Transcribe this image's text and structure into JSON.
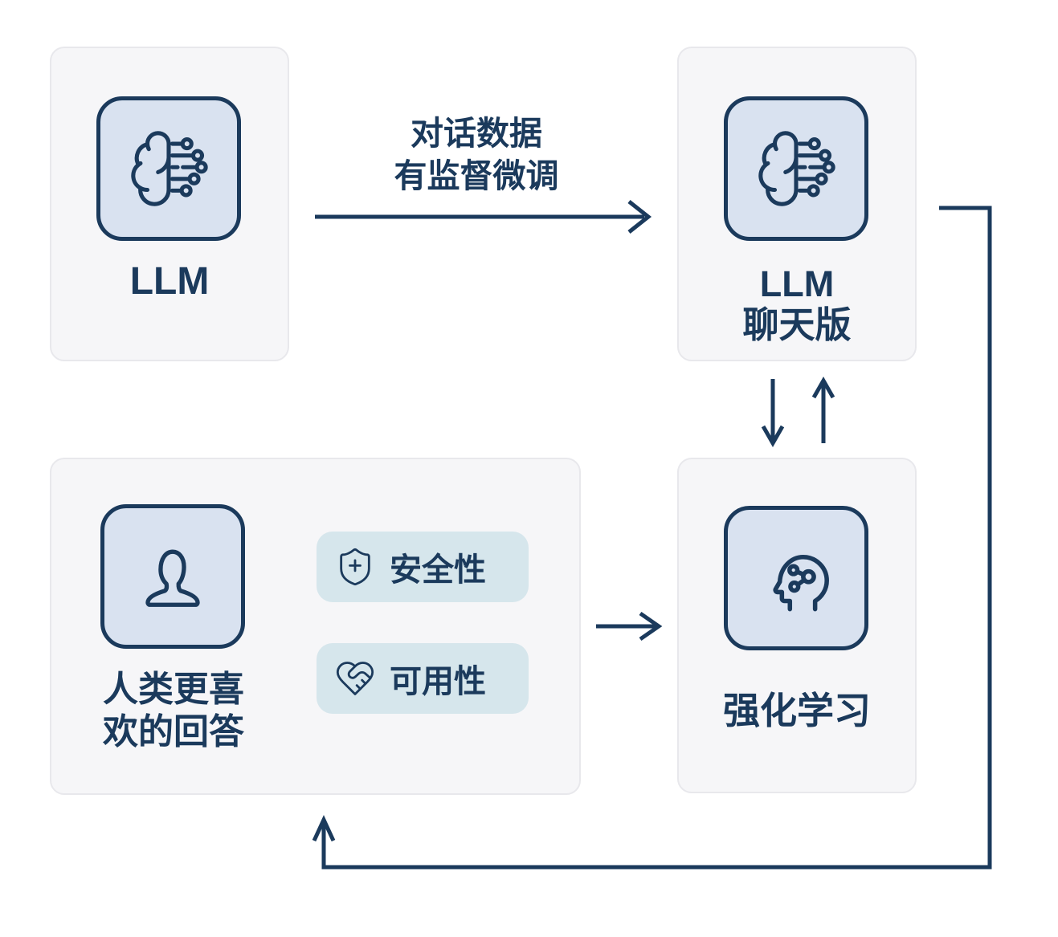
{
  "colors": {
    "navy": "#1b3a5c",
    "page_background": "#ffffff",
    "card_background": "#f6f6f8",
    "card_border": "#e8e8ec",
    "icon_tile_background": "#d9e2f0",
    "icon_tile_border": "#1b3a5c",
    "pill_background": "#d6e6ec"
  },
  "cards": {
    "llm": {
      "label": "LLM",
      "icon": "brain-circuit-icon"
    },
    "llm_chat": {
      "label_line1": "LLM",
      "label_line2": "聊天版",
      "icon": "brain-circuit-icon"
    },
    "human_preference": {
      "label_line1": "人类更喜",
      "label_line2": "欢的回答",
      "icon": "person-icon",
      "pills": [
        {
          "label": "安全性",
          "icon": "shield-plus-icon"
        },
        {
          "label": "可用性",
          "icon": "heart-handshake-icon"
        }
      ]
    },
    "reinforcement_learning": {
      "label": "强化学习",
      "icon": "head-share-icon"
    }
  },
  "connectors": {
    "sft_arrow_label_line1": "对话数据",
    "sft_arrow_label_line2": "有监督微调"
  }
}
